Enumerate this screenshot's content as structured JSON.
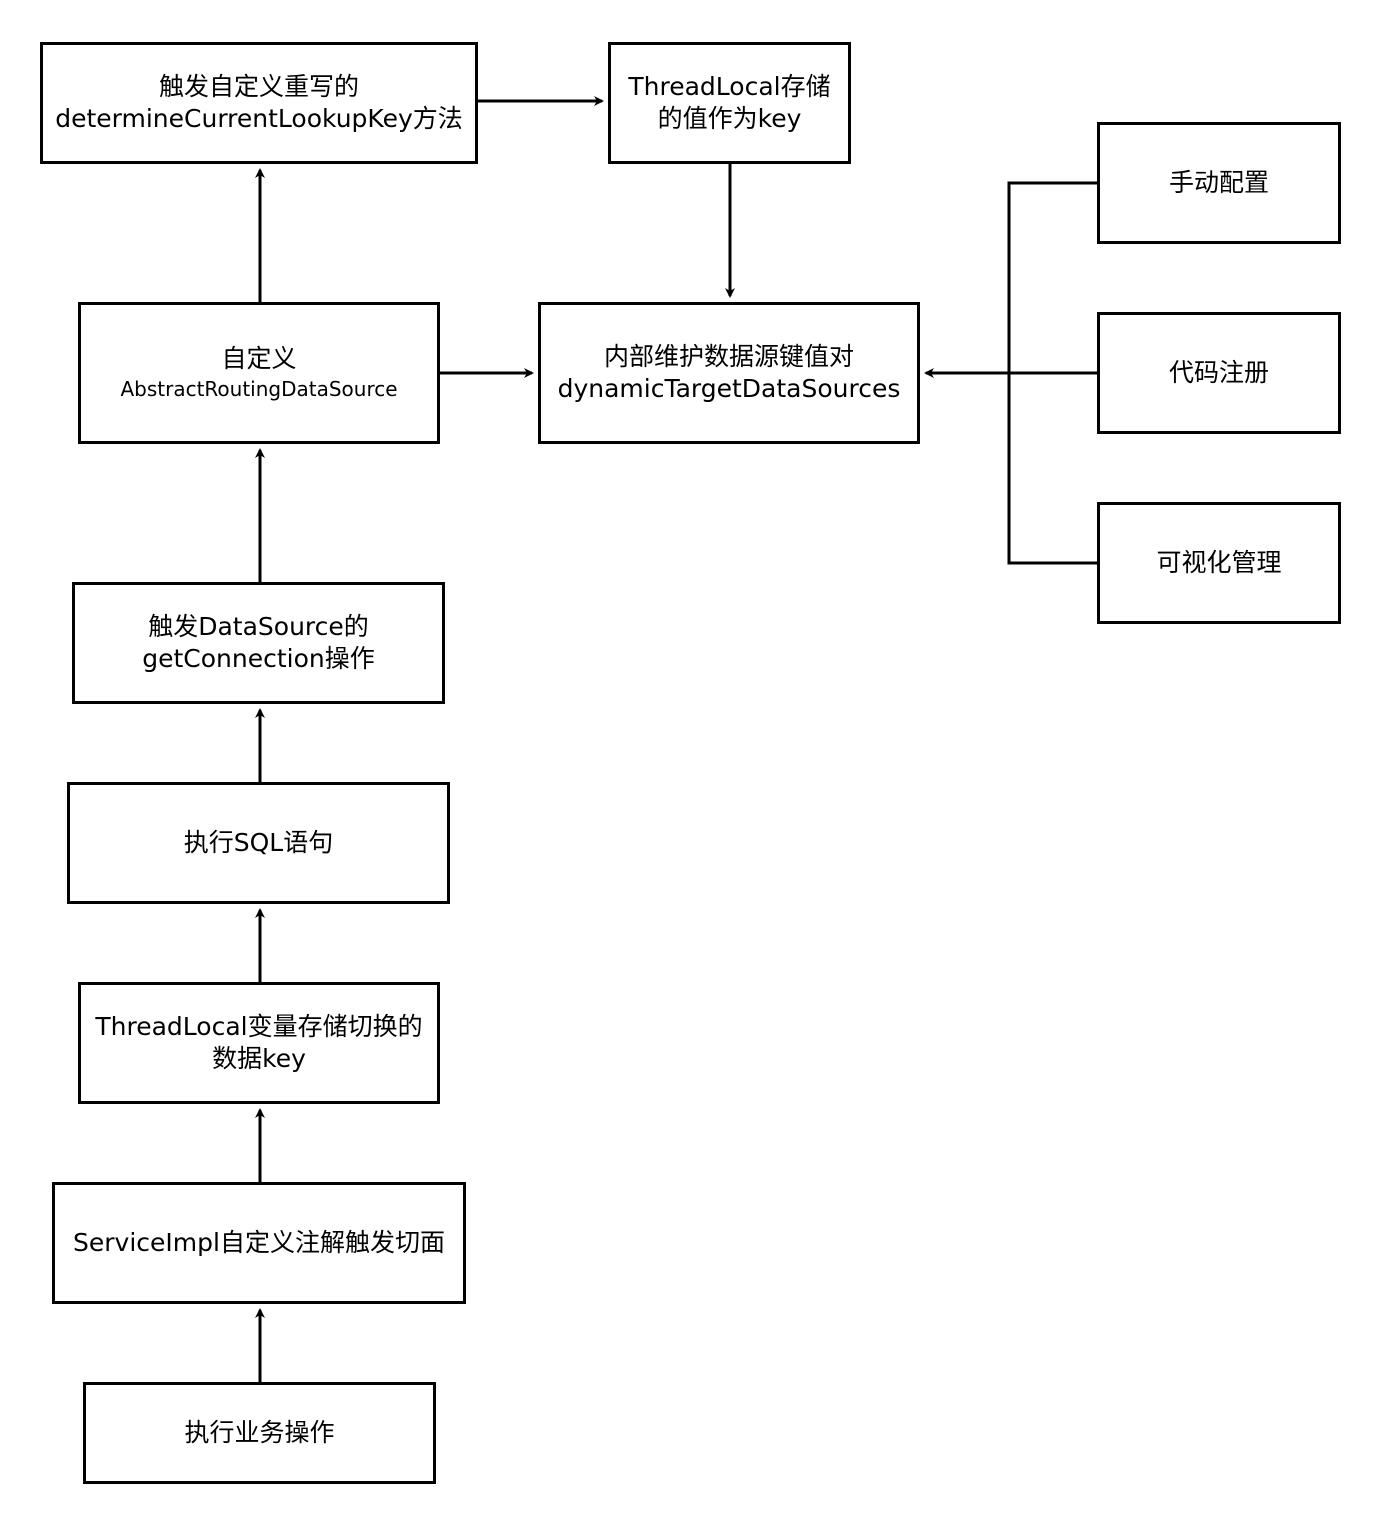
{
  "nodes": {
    "trigger_determine": [
      "触发自定义重写的",
      "determineCurrentLookupKey方法"
    ],
    "threadlocal_value": [
      "ThreadLocal存储",
      "的值作为key"
    ],
    "custom_ards": [
      "自定义",
      "AbstractRoutingDataSource"
    ],
    "internal_map": [
      "内部维护数据源键值对",
      "dynamicTargetDataSources"
    ],
    "manual_config": [
      "手动配置"
    ],
    "code_register": [
      "代码注册"
    ],
    "visual_manage": [
      "可视化管理"
    ],
    "get_connection": [
      "触发DataSource的",
      "getConnection操作"
    ],
    "exec_sql": [
      "执行SQL语句"
    ],
    "threadlocal_switch": [
      "ThreadLocal变量存储切换的",
      "数据key"
    ],
    "aspect": [
      "ServiceImpl自定义注解触发切面"
    ],
    "business": [
      "执行业务操作"
    ]
  },
  "colors": {
    "stroke": "#000000",
    "fill": "#ffffff"
  }
}
